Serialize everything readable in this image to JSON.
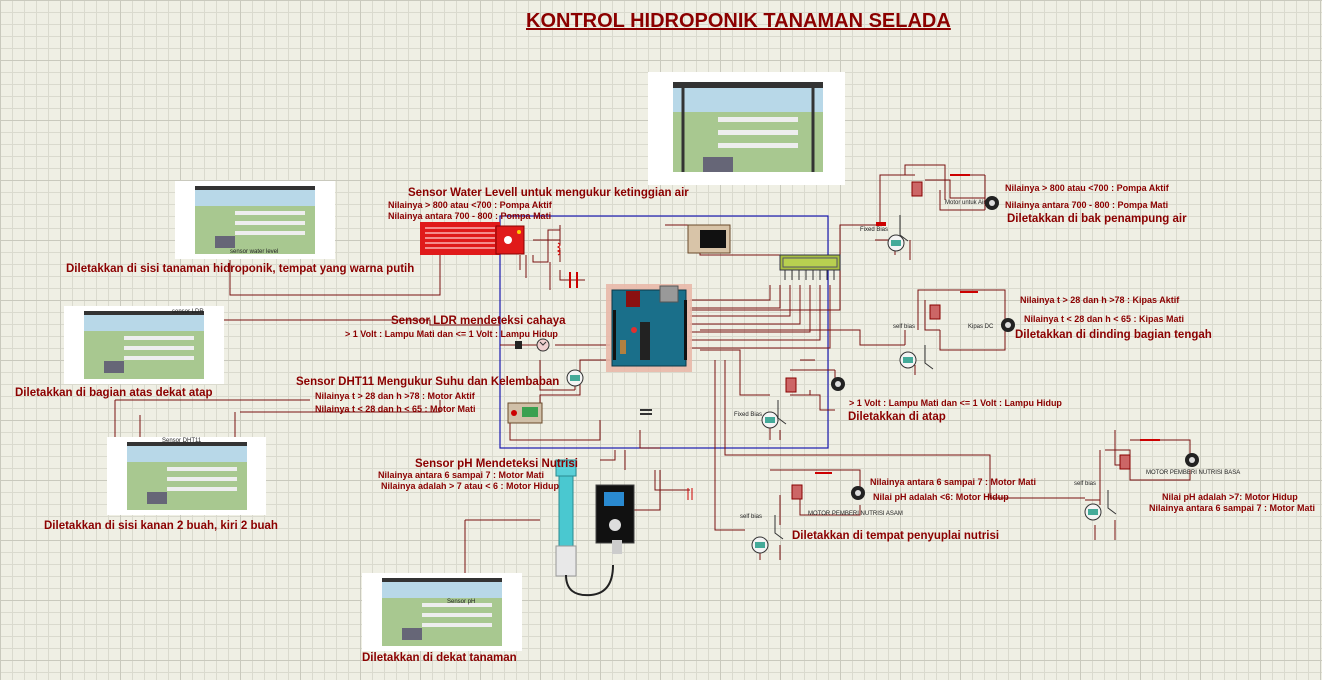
{
  "title": "KONTROL HIDROPONIK TANAMAN SELADA",
  "sensors": {
    "water_level": {
      "heading": "Sensor Water Levell untuk mengukur ketinggian air",
      "rule1": "Nilainya > 800 atau <700 : Pompa Aktif",
      "rule2": "Nilainya antara 700 - 800 : Pompa Mati",
      "placement": "Diletakkan di sisi tanaman hidroponik, tempat yang warna putih",
      "thumb_caption": "sensor water level"
    },
    "ldr": {
      "heading": "Sensor LDR mendeteksi cahaya",
      "rule": "> 1 Volt : Lampu Mati dan <= 1 Volt : Lampu Hidup",
      "placement": "Diletakkan di bagian atas dekat atap",
      "thumb_caption": "sensor LDR"
    },
    "dht11": {
      "heading": "Sensor DHT11 Mengukur Suhu dan Kelembaban",
      "rule1": "Nilainya t > 28 dan h >78 : Motor Aktif",
      "rule2": "Nilainya t < 28 dan h < 65 : Motor Mati",
      "placement": "Diletakkan di sisi kanan 2 buah, kiri 2 buah",
      "thumb_caption": "Sensor DHT11"
    },
    "ph": {
      "heading": "Sensor pH Mendeteksi Nutrisi",
      "rule1": "Nilainya antara 6 sampai 7 : Motor Mati",
      "rule2": "Nilainya adalah > 7 atau < 6 : Motor Hidup",
      "placement": "Diletakkan di dekat tanaman",
      "thumb_caption": "Sensor pH"
    }
  },
  "actuators": {
    "pump": {
      "rule1": "Nilainya > 800 atau <700 : Pompa Aktif",
      "rule2": "Nilainya antara 700 - 800 : Pompa Mati",
      "placement": "Diletakkan di bak penampung air",
      "motor_label": "Motor untuk Air",
      "bias_label": "Fixed Bias"
    },
    "fan": {
      "rule1": "Nilainya t > 28 dan h >78 : Kipas Aktif",
      "rule2": "Nilainya t < 28 dan h < 65 : Kipas Mati",
      "placement": "Diletakkan di dinding bagian tengah",
      "motor_label": "Kipas DC",
      "bias_label": "self bias"
    },
    "lamp": {
      "rule": "> 1 Volt : Lampu Mati dan <= 1 Volt : Lampu Hidup",
      "placement": "Diletakkan di atap",
      "bias_label": "Fixed Bias"
    },
    "acid_motor": {
      "rule1": "Nilainya antara 6 sampai 7 : Motor Mati",
      "rule2": "Nilai pH adalah <6: Motor Hidup",
      "placement": "Diletakkan di tempat penyuplai nutrisi",
      "motor_label": "MOTOR PEMBERI NUTRISI ASAM",
      "bias_label": "self bias"
    },
    "base_motor": {
      "rule1": "Nilai pH adalah >7: Motor Hidup",
      "rule2": "Nilainya antara 6 sampai 7 : Motor Mati",
      "motor_label": "MOTOR PEMBERI NUTRISI BASA",
      "bias_label": "self bias"
    }
  },
  "colors": {
    "text": "#8b0000",
    "wire": "#7a1010",
    "frame": "#1a1ab0",
    "sensor_red": "#e01a1a",
    "lcd": "#a8c040"
  }
}
